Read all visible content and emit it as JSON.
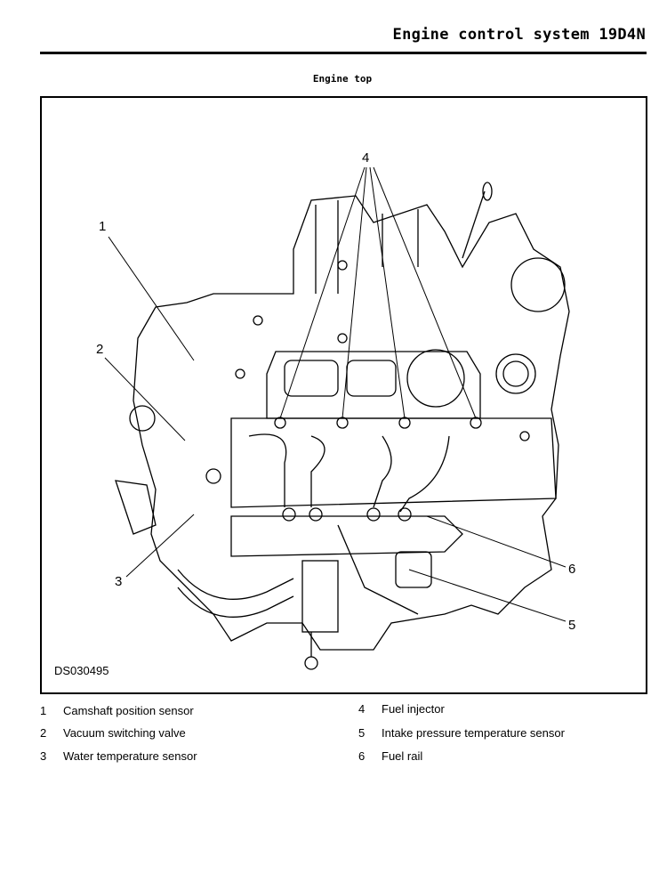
{
  "header": {
    "title": "Engine control system 19D4N"
  },
  "figure": {
    "title": "Engine top",
    "code": "DS030495",
    "callouts": [
      "1",
      "2",
      "3",
      "4",
      "5",
      "6"
    ]
  },
  "legend": [
    {
      "num": "1",
      "label": "Camshaft position sensor"
    },
    {
      "num": "2",
      "label": "Vacuum switching valve"
    },
    {
      "num": "3",
      "label": "Water temperature sensor"
    },
    {
      "num": "4",
      "label": "Fuel injector"
    },
    {
      "num": "5",
      "label": "Intake pressure temperature sensor"
    },
    {
      "num": "6",
      "label": "Fuel rail"
    }
  ]
}
